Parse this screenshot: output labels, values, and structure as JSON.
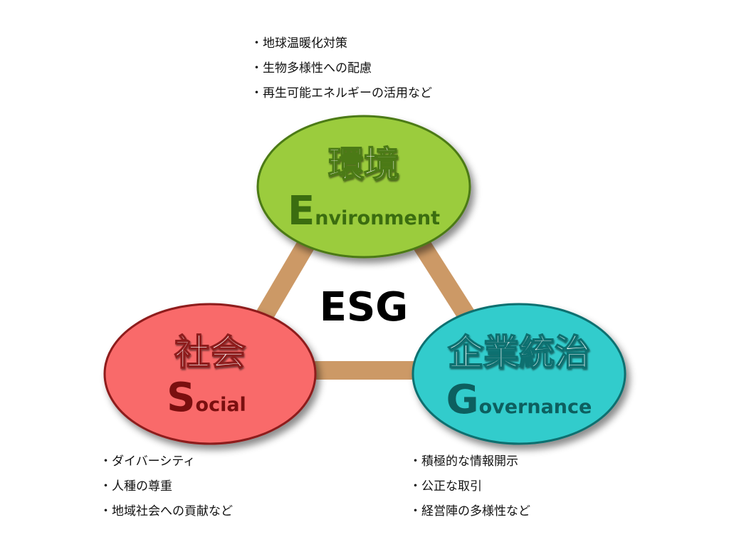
{
  "center_label": "ESG",
  "environment": {
    "title": "環境",
    "initial": "E",
    "rest": "nvironment",
    "bullets": [
      "地球温暖化対策",
      "生物多様性への配慮",
      "再生可能エネルギーの活用など"
    ],
    "fill": "#9bcc3c",
    "stroke": "#4c7a12",
    "text_color": "#3b6d10"
  },
  "social": {
    "title": "社会",
    "initial": "S",
    "rest": "ocial",
    "bullets": [
      "ダイバーシティ",
      "人種の尊重",
      "地域社会への貢献など"
    ],
    "fill": "#f96a6a",
    "stroke": "#8e1c1c",
    "text_color": "#7a0f0f"
  },
  "governance": {
    "title": "企業統治",
    "initial": "G",
    "rest": "overnance",
    "bullets": [
      "積極的な情報開示",
      "公正な取引",
      "経営陣の多様性など"
    ],
    "fill": "#33cccc",
    "stroke": "#0f6f6f",
    "text_color": "#0d5f5f"
  },
  "connector_color": "#cc9966"
}
